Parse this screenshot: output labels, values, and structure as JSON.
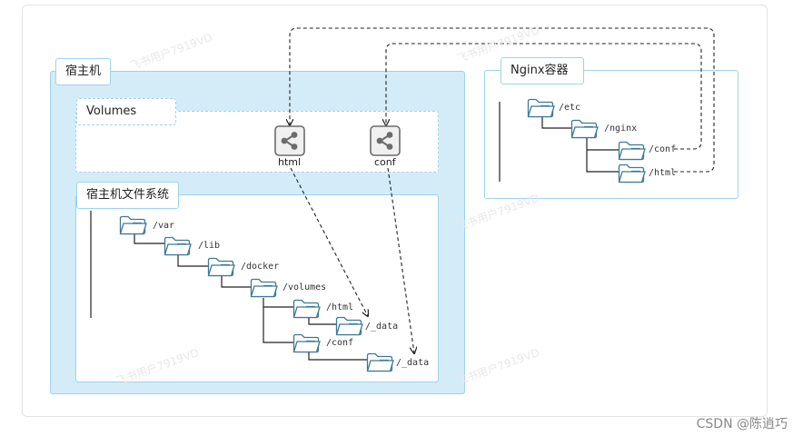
{
  "host": {
    "label": "宿主机"
  },
  "volumes": {
    "label": "Volumes",
    "items": [
      {
        "label": "html"
      },
      {
        "label": "conf"
      }
    ]
  },
  "host_fs": {
    "label": "宿主机文件系统",
    "nodes": [
      {
        "label": "/var"
      },
      {
        "label": "/lib"
      },
      {
        "label": "/docker"
      },
      {
        "label": "/volumes"
      },
      {
        "label": "/html"
      },
      {
        "label": "/_data"
      },
      {
        "label": "/conf"
      },
      {
        "label": "/_data"
      }
    ]
  },
  "container": {
    "label": "Nginx容器",
    "nodes": [
      {
        "label": "/etc"
      },
      {
        "label": "/nginx"
      },
      {
        "label": "/conf"
      },
      {
        "label": "/html"
      }
    ]
  },
  "watermark": "飞书用户7919VD",
  "credit": "CSDN @陈逍巧",
  "colors": {
    "accent": "#3d7a94",
    "folder_fill": "#ffffff",
    "panel": "#d3ecf8",
    "border": "#9ed2ec"
  }
}
